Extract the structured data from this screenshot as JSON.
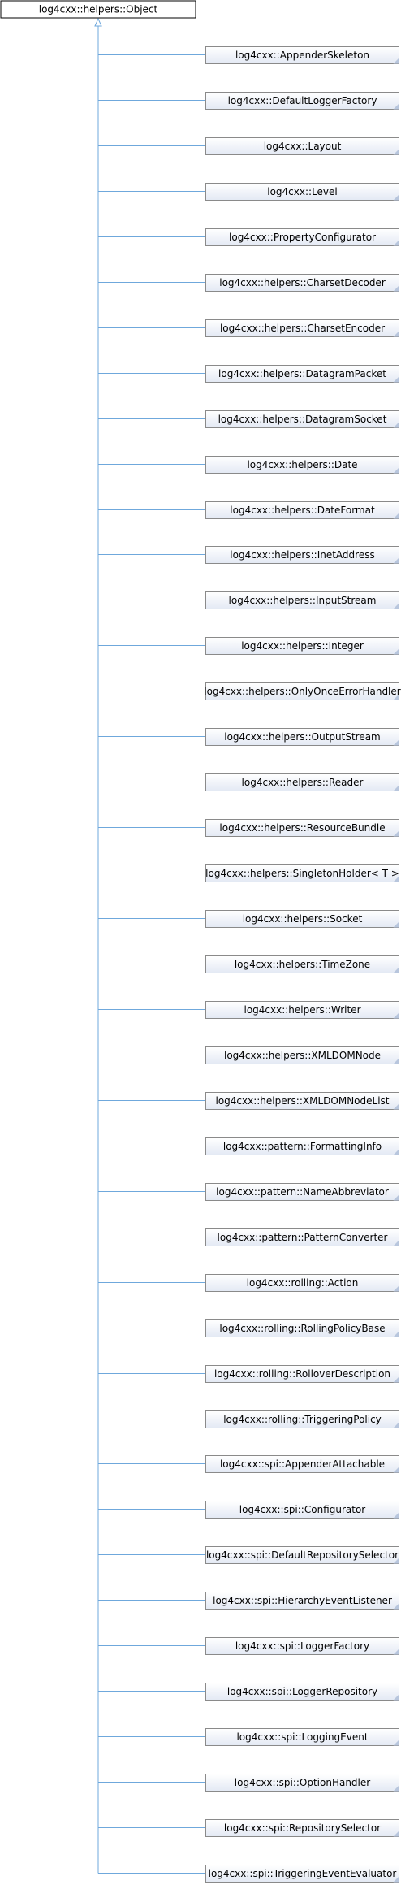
{
  "root": {
    "label": "log4cxx::helpers::Object"
  },
  "children": [
    {
      "label": "log4cxx::AppenderSkeleton"
    },
    {
      "label": "log4cxx::DefaultLoggerFactory"
    },
    {
      "label": "log4cxx::Layout"
    },
    {
      "label": "log4cxx::Level"
    },
    {
      "label": "log4cxx::PropertyConfigurator"
    },
    {
      "label": "log4cxx::helpers::CharsetDecoder"
    },
    {
      "label": "log4cxx::helpers::CharsetEncoder"
    },
    {
      "label": "log4cxx::helpers::DatagramPacket"
    },
    {
      "label": "log4cxx::helpers::DatagramSocket"
    },
    {
      "label": "log4cxx::helpers::Date"
    },
    {
      "label": "log4cxx::helpers::DateFormat"
    },
    {
      "label": "log4cxx::helpers::InetAddress"
    },
    {
      "label": "log4cxx::helpers::InputStream"
    },
    {
      "label": "log4cxx::helpers::Integer"
    },
    {
      "label": "log4cxx::helpers::OnlyOnceErrorHandler"
    },
    {
      "label": "log4cxx::helpers::OutputStream"
    },
    {
      "label": "log4cxx::helpers::Reader"
    },
    {
      "label": "log4cxx::helpers::ResourceBundle"
    },
    {
      "label": "log4cxx::helpers::SingletonHolder< T >"
    },
    {
      "label": "log4cxx::helpers::Socket"
    },
    {
      "label": "log4cxx::helpers::TimeZone"
    },
    {
      "label": "log4cxx::helpers::Writer"
    },
    {
      "label": "log4cxx::helpers::XMLDOMNode"
    },
    {
      "label": "log4cxx::helpers::XMLDOMNodeList"
    },
    {
      "label": "log4cxx::pattern::FormattingInfo"
    },
    {
      "label": "log4cxx::pattern::NameAbbreviator"
    },
    {
      "label": "log4cxx::pattern::PatternConverter"
    },
    {
      "label": "log4cxx::rolling::Action"
    },
    {
      "label": "log4cxx::rolling::RollingPolicyBase"
    },
    {
      "label": "log4cxx::rolling::RolloverDescription"
    },
    {
      "label": "log4cxx::rolling::TriggeringPolicy"
    },
    {
      "label": "log4cxx::spi::AppenderAttachable"
    },
    {
      "label": "log4cxx::spi::Configurator"
    },
    {
      "label": "log4cxx::spi::DefaultRepositorySelector"
    },
    {
      "label": "log4cxx::spi::HierarchyEventListener"
    },
    {
      "label": "log4cxx::spi::LoggerFactory"
    },
    {
      "label": "log4cxx::spi::LoggerRepository"
    },
    {
      "label": "log4cxx::spi::LoggingEvent"
    },
    {
      "label": "log4cxx::spi::OptionHandler"
    },
    {
      "label": "log4cxx::spi::RepositorySelector"
    },
    {
      "label": "log4cxx::spi::TriggeringEventEvaluator"
    }
  ],
  "colors": {
    "edge": "#6fa8dc",
    "box_border": "#8a8a8a",
    "box_fill_top": "#ffffff",
    "box_fill_bottom": "#e3e9f4",
    "root_border": "#000000",
    "root_fill": "#ffffff"
  }
}
